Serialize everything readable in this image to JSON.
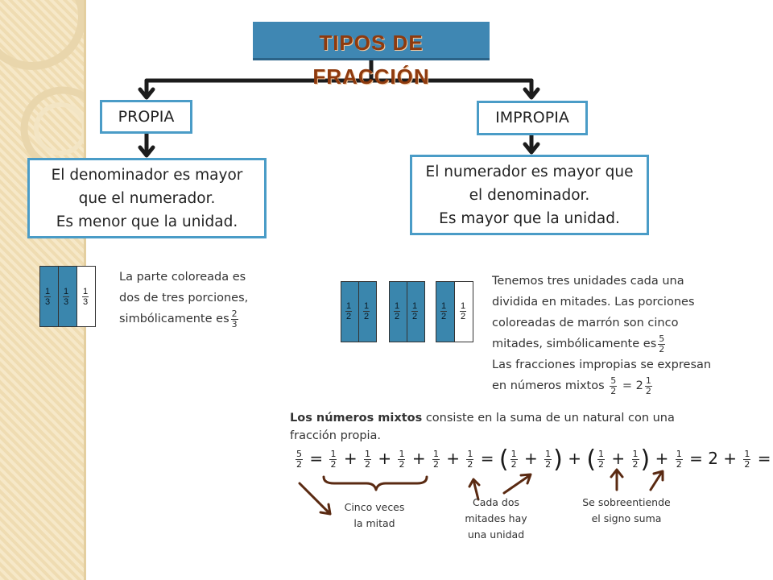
{
  "title": "TIPOS DE FRACCIÓN",
  "left": {
    "label": "PROPIA",
    "definition": [
      "El denominador es mayor",
      "que el numerador.",
      "Es menor que la unidad."
    ],
    "bar_labels": [
      "1",
      "3"
    ],
    "description_lines": [
      "La parte coloreada es",
      "dos de tres porciones,",
      "simbólicamente es"
    ],
    "symbolic": {
      "num": "2",
      "den": "3"
    }
  },
  "right": {
    "label": "IMPROPIA",
    "definition": [
      "El numerador es mayor que",
      "el denominador.",
      "Es mayor que la unidad."
    ],
    "half": {
      "num": "1",
      "den": "2"
    },
    "description_lines": [
      "Tenemos tres unidades cada una",
      "dividida en mitades. Las porciones",
      "coloreadas de marrón son cinco",
      "mitades, simbólicamente es",
      "Las fracciones impropias se expresan",
      "en números mixtos"
    ],
    "symbolic": {
      "num": "5",
      "den": "2"
    },
    "mixed": {
      "whole": "2",
      "num": "1",
      "den": "2"
    }
  },
  "mixed_numbers": {
    "heading_bold": "Los números mixtos",
    "heading_rest": "consiste en la suma de un natural con una",
    "heading_line2": "fracción propia.",
    "equation": {
      "lhs": {
        "num": "5",
        "den": "2"
      },
      "half": {
        "num": "1",
        "den": "2"
      },
      "whole": "2",
      "eq": "=",
      "plus": "+"
    }
  },
  "notes": {
    "n1": [
      "Cinco veces",
      "la mitad"
    ],
    "n2": [
      "Cada dos",
      "mitades hay",
      "una unidad"
    ],
    "n3": [
      "Se sobreentiende",
      "el signo suma"
    ]
  },
  "colors": {
    "box_border": "#4a9cc7",
    "title_bg": "#3f87b3",
    "title_text": "#8e3a0e",
    "bar_fill": "#3a86ad",
    "arrow_brown": "#5a2a12"
  }
}
